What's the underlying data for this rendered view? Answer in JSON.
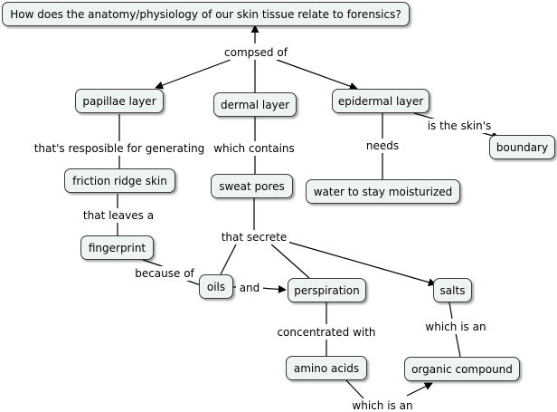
{
  "nodes": {
    "question": "How does the anatomy/physiology of our skin tissue relate to forensics?",
    "papillae_layer": "papillae layer",
    "dermal_layer": "dermal layer",
    "epidermal_layer": "epidermal layer",
    "boundary": "boundary",
    "friction_ridge_skin": "friction ridge skin",
    "sweat_pores": "sweat pores",
    "water_moisturized": "water to stay moisturized",
    "fingerprint": "fingerprint",
    "oils": "oils",
    "perspiration": "perspiration",
    "salts": "salts",
    "amino_acids": "amino acids",
    "organic_compound": "organic compound"
  },
  "links": {
    "compsed_of": "compsed of",
    "responsible_for": "that's resposible for generating",
    "which_contains": "which contains",
    "needs": "needs",
    "is_the_skins": "is the skin's",
    "that_leaves_a": "that leaves a",
    "that_secrete": "that secrete",
    "because_of": "because of",
    "and": "and",
    "concentrated_with": "concentrated with",
    "which_is_an_salts": "which is an",
    "which_is_an_amino": "which is an"
  }
}
